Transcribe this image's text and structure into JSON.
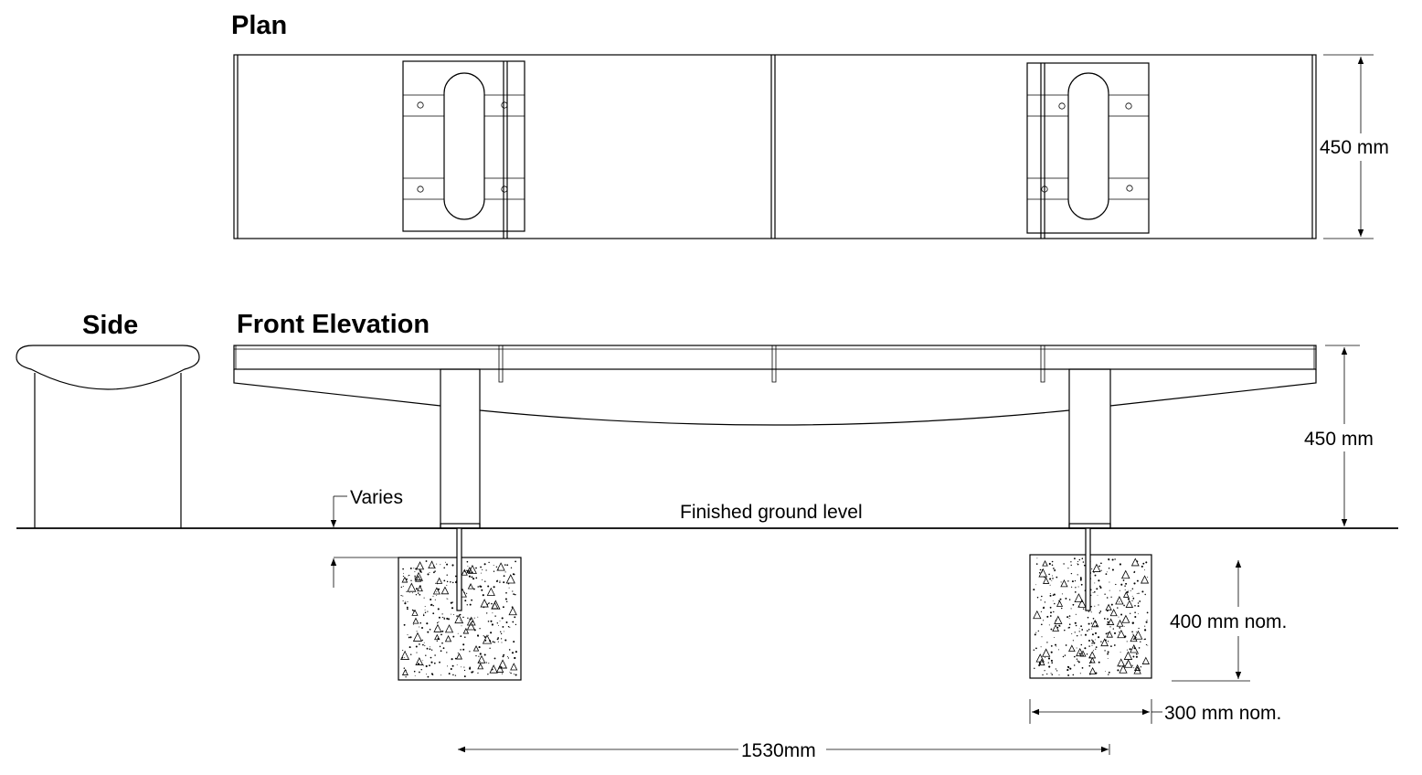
{
  "titles": {
    "plan": "Plan",
    "side": "Side",
    "front": "Front Elevation"
  },
  "dimensions": {
    "plan_width": "450 mm",
    "height": "450 mm",
    "varies": "Varies",
    "footing_depth": "400 mm nom.",
    "footing_width": "300 mm nom.",
    "span": "1530mm"
  },
  "labels": {
    "ground": "Finished ground level"
  },
  "colors": {
    "line": "#000000",
    "background": "#ffffff"
  }
}
